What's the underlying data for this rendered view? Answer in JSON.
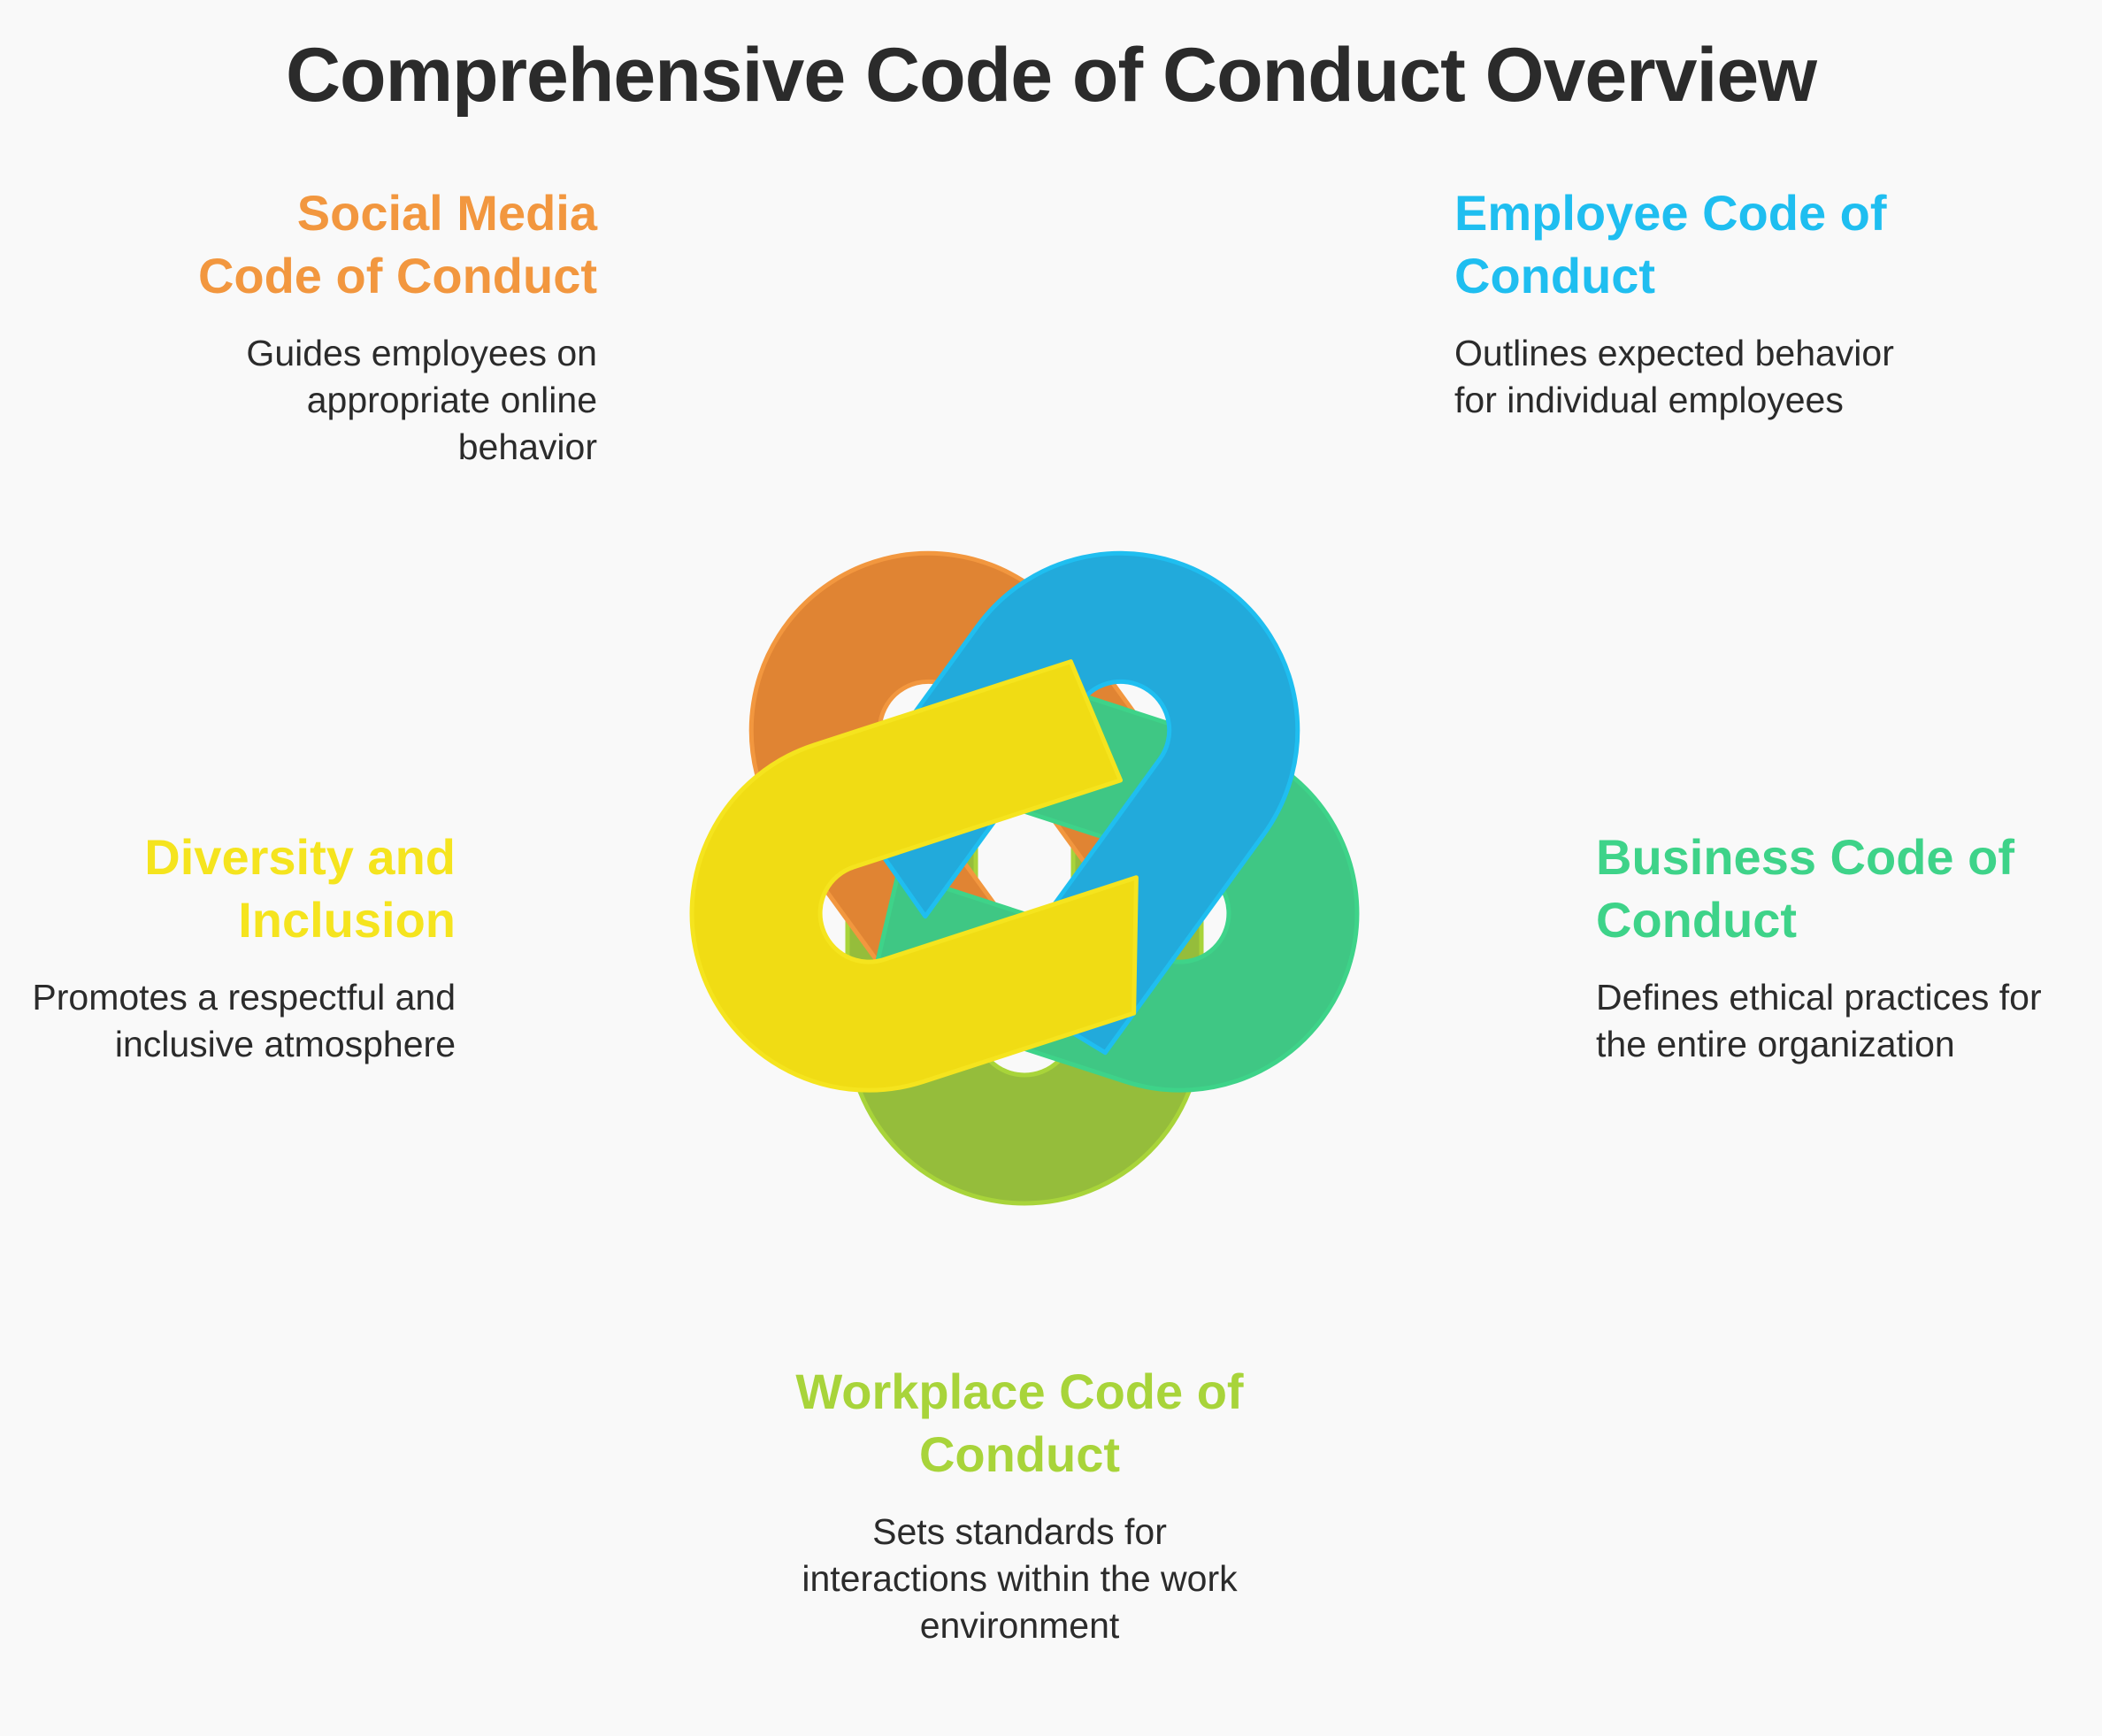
{
  "title": "Comprehensive Code of Conduct Overview",
  "colors": {
    "orange": "#E08433",
    "blue": "#22AADB",
    "green": "#3FC784",
    "olive": "#95BD3B",
    "yellow": "#F0DC14",
    "orange_text": "#F2973F",
    "blue_text": "#1FBEF0",
    "green_text": "#3ED389",
    "olive_text": "#A8D43A",
    "yellow_text": "#F5E41E"
  },
  "items": [
    {
      "heading": "Social Media Code of Conduct",
      "description": "Guides employees on appropriate online behavior"
    },
    {
      "heading": "Employee Code of Conduct",
      "description": "Outlines expected behavior for individual employees"
    },
    {
      "heading": "Business Code of Conduct",
      "description": "Defines ethical practices for the entire organization"
    },
    {
      "heading": "Workplace Code of Conduct",
      "description": "Sets standards for interactions within the work environment"
    },
    {
      "heading": "Diversity and Inclusion",
      "description": "Promotes a respectful and inclusive atmosphere"
    }
  ]
}
